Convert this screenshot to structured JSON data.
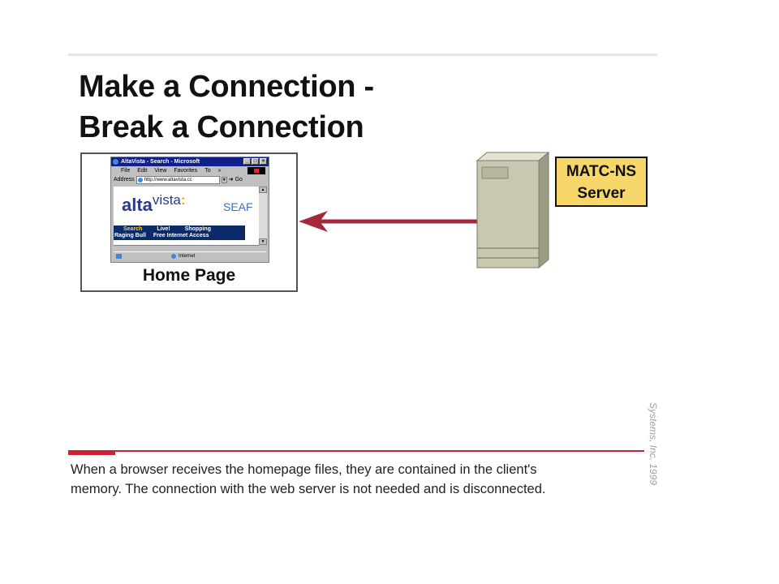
{
  "slide": {
    "title_line1": "Make a Connection -",
    "title_line2": "Break a Connection",
    "caption_line1": "When a browser receives the homepage files, they are contained in the client's",
    "caption_line2": "memory. The connection with the web server is not needed and is disconnected.",
    "copyright": "Systems, Inc. 1999"
  },
  "home": {
    "label": "Home Page",
    "browser": {
      "window_title": "AltaVista - Search - Microsoft",
      "menu": [
        "File",
        "Edit",
        "View",
        "Favorites",
        "To",
        "»"
      ],
      "address_label": "Address",
      "address_value": "http://www.altavista.cc",
      "go_label": "Go",
      "logo_alta": "alta",
      "logo_vista": "vista",
      "logo_colon": ":",
      "search_text": "SEAF",
      "nav_row1": [
        "Search",
        "Live!",
        "Shopping"
      ],
      "nav_row2": [
        "Raging Bull",
        "Free Internet Access"
      ],
      "status_zone": "Internet"
    }
  },
  "server": {
    "label_line1": "MATC-NS",
    "label_line2": "Server"
  },
  "colors": {
    "arrow": "#a32a3a",
    "accent_red": "#cc2233",
    "server_label_bg": "#f7d769",
    "server_body": "#c8c8b0"
  }
}
